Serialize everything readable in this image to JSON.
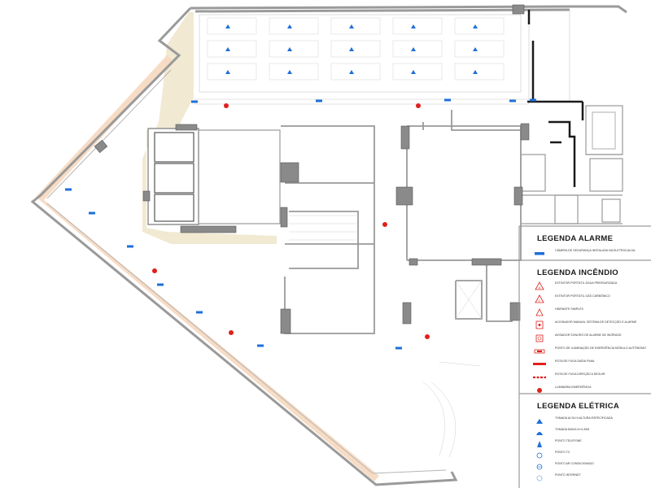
{
  "legend": {
    "alarm": {
      "title": "LEGENDA ALARME",
      "items": [
        {
          "icon": "security-camera-icon",
          "color": "#1e6fd9",
          "text": "CÂMERA DE SEGURANÇA INSTALADA NA ELETROCALHA"
        }
      ]
    },
    "fire": {
      "title": "LEGENDA INCÊNDIO",
      "items": [
        {
          "icon": "extinguisher-water-icon",
          "color": "#e0201b",
          "text": "EXTINTOR PORTÁTIL ÁGUA PRESSURIZADA"
        },
        {
          "icon": "extinguisher-co2-icon",
          "color": "#e0201b",
          "text": "EXTINTOR PORTÁTIL GÁS CARBÔNICO"
        },
        {
          "icon": "hydrant-icon",
          "color": "#e0201b",
          "text": "HIDRANTE SIMPLES"
        },
        {
          "icon": "manual-alarm-icon",
          "color": "#e0201b",
          "text": "ACIONADOR MANUAL SISTEMA DE DETECÇÃO E ALARME"
        },
        {
          "icon": "sounder-icon",
          "color": "#e0201b",
          "text": "AVISADOR SONORO DE ALARME DE INCÊNDIO"
        },
        {
          "icon": "emergency-light-icon",
          "color": "#e0201b",
          "text": "PONTO DE ILUMINAÇÃO DE EMERGÊNCIA MÓDULO AUTÔNOMO"
        },
        {
          "icon": "escape-route-final-icon",
          "color": "#e0201b",
          "text": "ROTA DE FUGA SAÍDA FINAL"
        },
        {
          "icon": "escape-route-direction-icon",
          "color": "#e0201b",
          "text": "ROTA DE FUGA DIREÇÃO A SEGUIR"
        },
        {
          "icon": "emergency-luminaire-icon",
          "color": "#e0201b",
          "text": "LUMINÁRIA EMERGÊNCIA"
        }
      ]
    },
    "electric": {
      "title": "LEGENDA ELÉTRICA",
      "items": [
        {
          "icon": "high-outlet-icon",
          "color": "#1e6fd9",
          "text": "TOMADA ALTA h=ALTURA ESPECIFICADA"
        },
        {
          "icon": "low-outlet-icon",
          "color": "#1e6fd9",
          "text": "TOMADA BAIXA h=0,30m"
        },
        {
          "icon": "phone-point-icon",
          "color": "#1e6fd9",
          "text": "PONTO TELEFONE"
        },
        {
          "icon": "tv-point-icon",
          "color": "#1e6fd9",
          "text": "PONTO TV"
        },
        {
          "icon": "ac-point-icon",
          "color": "#1e6fd9",
          "text": "PONTO AR CONDICIONADO"
        },
        {
          "icon": "internet-point-icon",
          "color": "#1e6fd9",
          "text": "PONTO INTERNET"
        }
      ]
    }
  },
  "colors": {
    "wall": "#9a9a9a",
    "column": "#8a8a8a",
    "floor_tint": "#f1e9d2",
    "facade_tint": "#f6d8bf",
    "alarm_red": "#e0201b",
    "device_blue": "#1e6fd9"
  }
}
